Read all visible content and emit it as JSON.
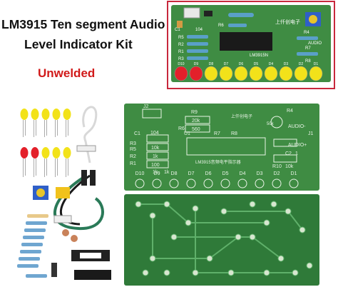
{
  "heading": {
    "line1": "LM3915 Ten segment Audio",
    "line2": "Level Indicator Kit",
    "status": "Unwelded"
  },
  "inset_board": {
    "chip_label": "LM3915N",
    "brand": "上仟创电子",
    "leds": [
      "D10",
      "D9",
      "D8",
      "D7",
      "D6",
      "D5",
      "D4",
      "D3",
      "D2",
      "D1"
    ],
    "labels": {
      "c1": "C1",
      "r6": "R6",
      "r5": "R5",
      "r2": "R2",
      "r1": "R1",
      "r3": "R3",
      "r4": "R4",
      "audio": "AUDIO",
      "v104": "104",
      "r7": "R7",
      "r8": "R8"
    }
  },
  "pcb_front": {
    "j2": "J2",
    "c1": "C1",
    "v104": "104",
    "r9": "R9",
    "r9_val": "20k",
    "r6": "R6",
    "r6_val": "560",
    "r3": "R3",
    "r5": "R5",
    "r5_val": "10k",
    "r2": "R2",
    "r2_val": "1k",
    "r1": "R1",
    "r1_val": "100",
    "r7": "R7",
    "r7_val": "1k",
    "r8": "R8",
    "r8_val": "1k",
    "u1": "U1",
    "chip_label": "LM3915音频电平指示器",
    "r4": "R4",
    "r4_val": "50k",
    "audio_minus": "AUDIO-",
    "audio_plus": "AUDIO+",
    "c2": "C2",
    "c2_val": "1",
    "r10": "R10",
    "r10_val": "10k",
    "j1": "J1",
    "leds": [
      "D10",
      "D9",
      "D8",
      "D7",
      "D6",
      "D5",
      "D4",
      "D3",
      "D2",
      "D1"
    ],
    "brand": "上仟创电子"
  },
  "colors": {
    "pcb_green": "#3f8c43",
    "pcb_dark": "#2f6e35",
    "silk": "#e8f3e6",
    "inset_border": "#c8283c",
    "led_red": "#e3202a",
    "led_yellow": "#f2e21a"
  }
}
